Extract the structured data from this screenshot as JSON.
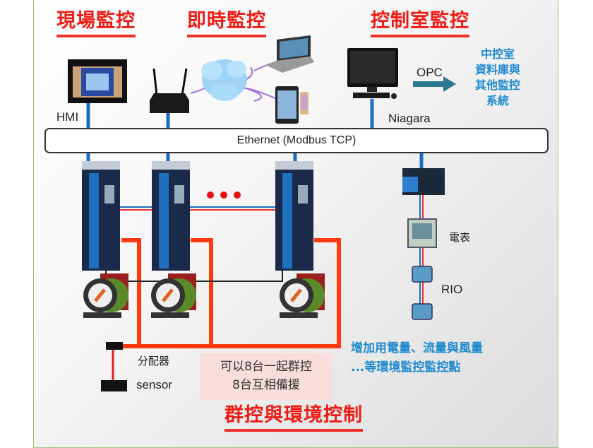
{
  "titles": {
    "field": "現場監控",
    "realtime": "即時監控",
    "control_room": "控制室監控",
    "group_env": "群控與環境控制"
  },
  "labels": {
    "hmi": "HMI",
    "niagara": "Niagara",
    "opc": "OPC",
    "meter": "電表",
    "rio": "RIO",
    "distributor": "分配器",
    "sensor": "sensor"
  },
  "central": [
    "中控室",
    "資料庫與",
    "其他監控",
    "系統"
  ],
  "ethernet": "Ethernet (Modbus TCP)",
  "group_note": [
    "可以8台一起群控",
    "8台互相備援"
  ],
  "env_note": [
    "增加用電量、流量與風量",
    "...等環境監控監控點"
  ],
  "colors": {
    "title_red": "#f01a14",
    "note_blue": "#1f8bd0",
    "bus_blue": "#1c6fc0",
    "wire_red": "#ff3a10"
  }
}
